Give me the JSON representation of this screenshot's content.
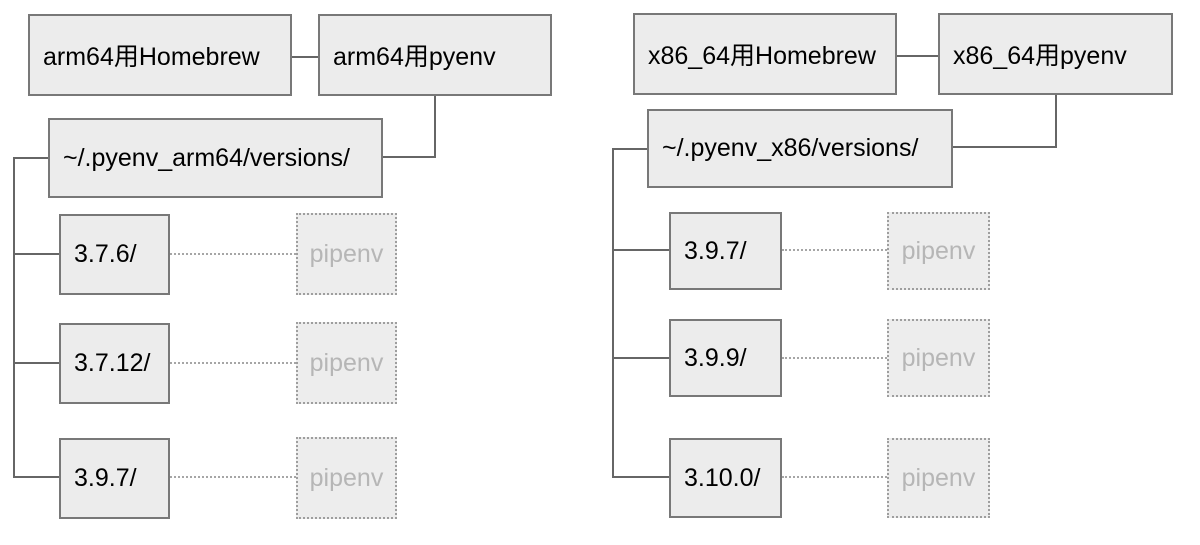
{
  "colors": {
    "box-fill": "#ececec",
    "box-border": "#787878",
    "line": "#666666",
    "dotted-line": "#a6a6a6",
    "pipenv-fill": "#ededed",
    "pipenv-border": "#9e9e9e",
    "pipenv-text": "#b6b6b6",
    "text": "#000000",
    "background": "#ffffff"
  },
  "trees": [
    {
      "homebrew_label": "arm64用Homebrew",
      "pyenv_label": "arm64用pyenv",
      "versions_dir_label": "~/.pyenv_arm64/versions/",
      "versions": [
        {
          "name": "3.7.6/",
          "pipenv_label": "pipenv"
        },
        {
          "name": "3.7.12/",
          "pipenv_label": "pipenv"
        },
        {
          "name": "3.9.7/",
          "pipenv_label": "pipenv"
        }
      ]
    },
    {
      "homebrew_label": "x86_64用Homebrew",
      "pyenv_label": "x86_64用pyenv",
      "versions_dir_label": "~/.pyenv_x86/versions/",
      "versions": [
        {
          "name": "3.9.7/",
          "pipenv_label": "pipenv"
        },
        {
          "name": "3.9.9/",
          "pipenv_label": "pipenv"
        },
        {
          "name": "3.10.0/",
          "pipenv_label": "pipenv"
        }
      ]
    }
  ]
}
